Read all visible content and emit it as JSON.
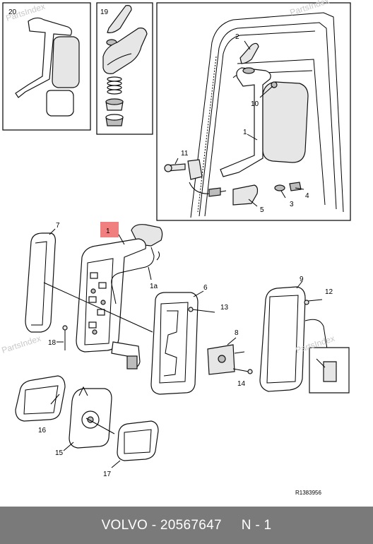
{
  "watermark": "PartsIndex",
  "callouts": {
    "n20": "20",
    "n19": "19",
    "n2": "2",
    "n10": "10",
    "n1_top": "1",
    "n11": "11",
    "n4": "4",
    "n3": "3",
    "n5": "5",
    "n7": "7",
    "n1_main": "1",
    "n1a": "1a",
    "n6": "6",
    "n9": "9",
    "n12": "12",
    "n13": "13",
    "n18": "18",
    "n8": "8",
    "n14": "14",
    "n16": "16",
    "n15": "15",
    "n17": "17"
  },
  "reference_code": "R1383956",
  "highlight_color": "#f08080",
  "footer": {
    "text": "VOLVO - 20567647     N - 1"
  }
}
